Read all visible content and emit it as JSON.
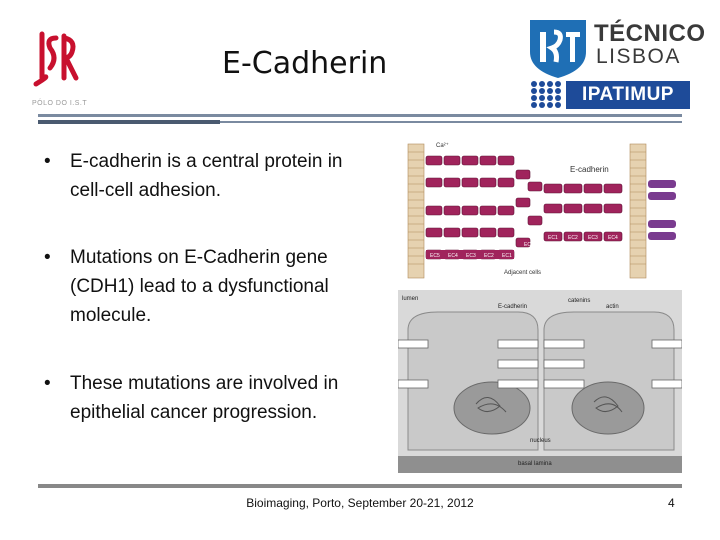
{
  "header": {
    "title": "E-Cadherin",
    "isr_subtext": "PÓLO DO I.S.T",
    "tecnico": "TÉCNICO",
    "lisboa": "LISBOA",
    "ipatimup": "IPATIMUP"
  },
  "bullets": [
    {
      "marker": "•",
      "text": "E-cadherin is a central protein in cell-cell adhesion."
    },
    {
      "marker": "•",
      "text": "Mutations on E-Cadherin gene (CDH1) lead to a dysfunctional molecule."
    },
    {
      "marker": "•",
      "text": "These mutations are involved in epithelial cancer progression."
    }
  ],
  "diagram_top": {
    "ca_label": "Ca²⁺",
    "ecadherin_label": "E-cadherin",
    "adjacent_label": "Adjacent cells",
    "ec_labels_left": [
      "EC5",
      "EC4",
      "EC3",
      "EC2",
      "EC1"
    ],
    "ec_labels_right": [
      "EC1",
      "EC2",
      "EC3",
      "EC4",
      "EC5"
    ]
  },
  "diagram_bottom": {
    "lumen_label": "lumen",
    "ecadherin_label": "E-cadherin",
    "catenins_label": "catenins",
    "actin_label": "actin",
    "nucleus_label": "nucleus",
    "basal_label": "basal lamina"
  },
  "footer": {
    "text": "Bioimaging, Porto, September 20-21, 2012",
    "page": "4"
  },
  "colors": {
    "isr_red": "#c8102e",
    "ist_blue": "#1f6fb5",
    "ipatimup_blue": "#1e4b99",
    "cadherin_magenta": "#a0245c",
    "membrane_tan": "#d2b48c"
  }
}
